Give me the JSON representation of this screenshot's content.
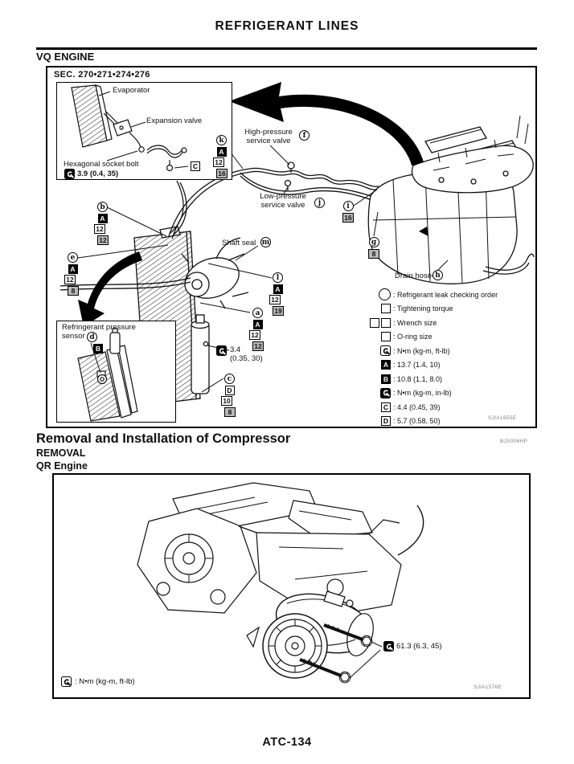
{
  "page": {
    "title": "REFRIGERANT LINES",
    "footer": "ATC-134"
  },
  "vq": {
    "section_heading": "VQ ENGINE",
    "sec_label": "SEC. 270•271•274•276",
    "figure_code": "SJIA1655E",
    "inset": {
      "evaporator_label": "Evaporator",
      "expansion_valve_label": "Expansion valve",
      "hex_bolt_label": "Hexagonal socket bolt",
      "hex_bolt_torque": "3.9 (0.4, 35)",
      "torque_ref": "C"
    },
    "labels": {
      "high_pressure_1": "High-pressure",
      "high_pressure_2": "service valve",
      "high_pressure_letter": "f",
      "low_pressure_1": "Low-pressure",
      "low_pressure_2": "service valve",
      "low_pressure_letter": "j",
      "shaft_seal": "Shaft seal",
      "shaft_seal_letter": "m",
      "drain_hose": "Drain hose",
      "drain_hose_letter": "h",
      "receiver_torque_1": "3.4",
      "receiver_torque_2": "(0.35, 30)"
    },
    "sensor_inset": {
      "label_1": "Refringerant pressure",
      "label_2": "sensor",
      "letter": "d",
      "torque_ref": "B"
    },
    "callouts": [
      {
        "letter": "k",
        "torque": "A",
        "wrench": "12",
        "oring": "16"
      },
      {
        "letter": "b",
        "torque": "A",
        "wrench": "12",
        "oring": "12"
      },
      {
        "letter": "e",
        "torque": "A",
        "wrench": "12",
        "oring": "8"
      },
      {
        "letter": "l",
        "torque": "A",
        "wrench": "12",
        "oring": "19"
      },
      {
        "letter": "a",
        "torque": "A",
        "wrench": "12",
        "oring": "12"
      },
      {
        "letter": "c",
        "torque": "D",
        "wrench": "10",
        "oring": "8"
      },
      {
        "letter": "i",
        "oring": "16"
      },
      {
        "letter": "g",
        "oring": "8"
      }
    ],
    "legend": [
      {
        "icon": "circle",
        "text": ": Refrigerant leak checking order"
      },
      {
        "icon": "square",
        "text": ": Tightening torque"
      },
      {
        "icon": "two-squares",
        "text": ": Wrench size"
      },
      {
        "icon": "square",
        "text": ": O-ring size"
      },
      {
        "icon": "wrench-outline",
        "text": ": N•m (kg-m, ft-lb)"
      },
      {
        "icon": "A",
        "text": ": 13.7 (1.4, 10)"
      },
      {
        "icon": "B",
        "text": ": 10.8 (1.1, 8.0)"
      },
      {
        "icon": "wrench-filled",
        "text": ": N•m (kg-m, in-lb)"
      },
      {
        "icon": "C",
        "text": ": 4.4 (0.45, 39)"
      },
      {
        "icon": "D",
        "text": ": 5.7 (0.58, 50)"
      }
    ]
  },
  "compressor_section": {
    "heading": "Removal and Installation of Compressor",
    "heading_code": "BJS006HP",
    "subheading": "REMOVAL",
    "engine_heading": "QR Engine",
    "figure_code": "SJIA1576E",
    "bolt_torque": "61.3 (6.3, 45)",
    "legend_text": ": N•m (kg-m, ft-lb)"
  },
  "colors": {
    "ink": "#111111",
    "shaded_box": "#b8b8b8"
  }
}
